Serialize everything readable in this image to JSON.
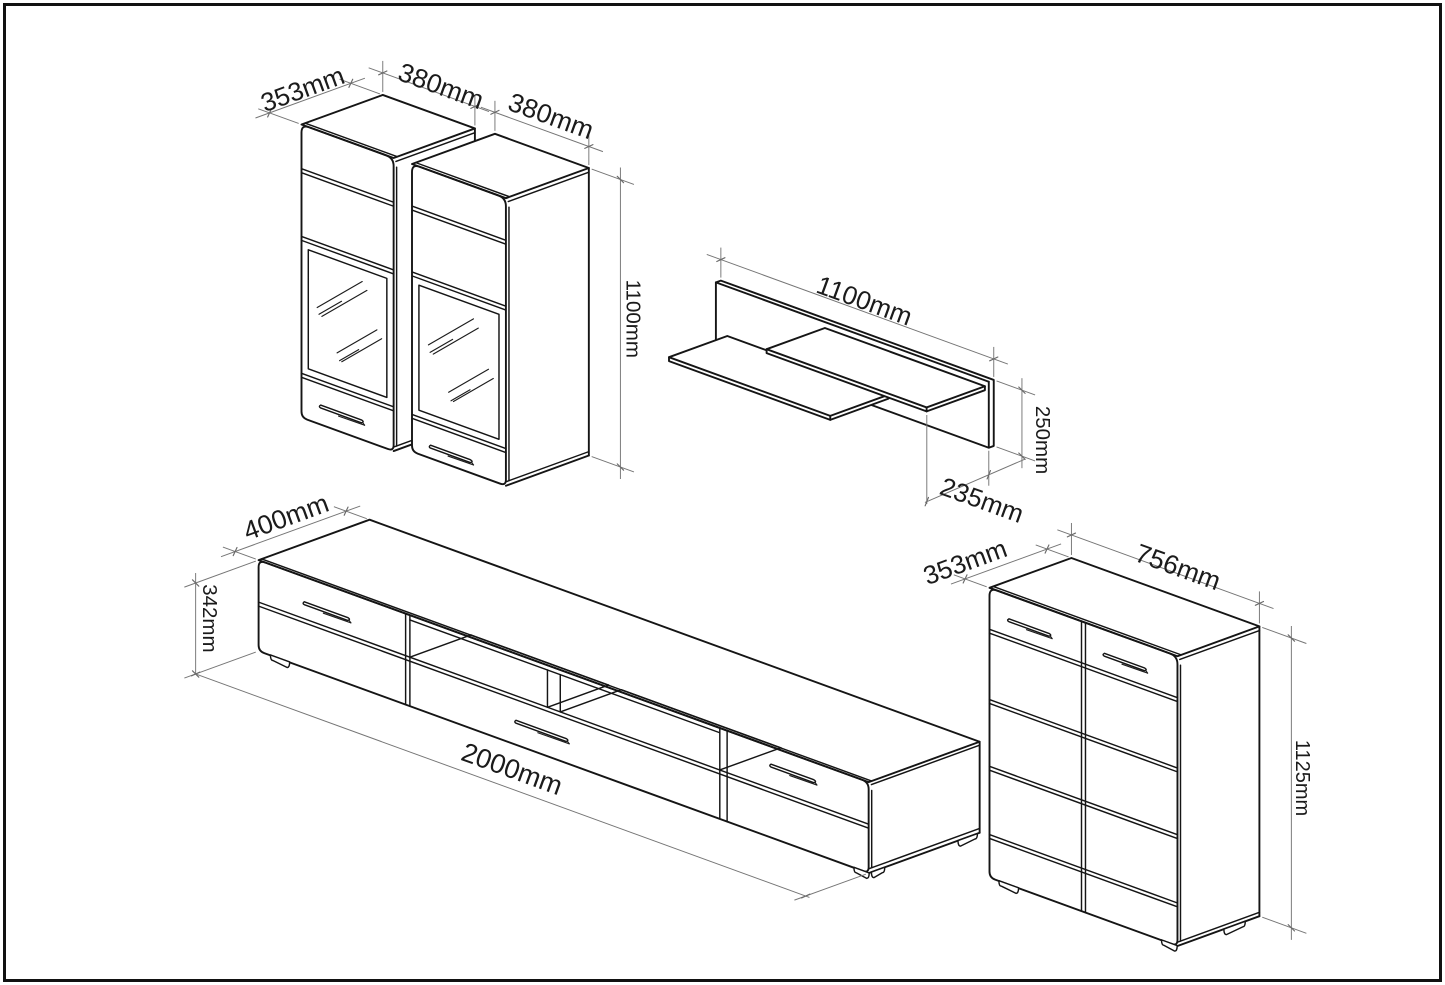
{
  "diagram": {
    "type": "furniture-dimension-drawing",
    "projection": "axonometric 20 degrees",
    "unit": "mm",
    "background_color": "#ffffff",
    "edge_color": "#151515",
    "dimension_line_color": "#7a7a7a",
    "text_color": "#1b1b1b",
    "pieces": [
      {
        "id": "wall-cabinet-left",
        "description": "wall display cabinet with glass door and drawer",
        "width_mm": 380,
        "depth_mm": 353,
        "height_mm": 1100
      },
      {
        "id": "wall-cabinet-right",
        "description": "wall display cabinet with glass door and drawer",
        "width_mm": 380,
        "depth_mm": 353,
        "height_mm": 1100
      },
      {
        "id": "wall-shelf",
        "description": "wall shelf with back panel and two staggered boards",
        "width_mm": 1100,
        "depth_mm": 235,
        "height_mm": 250
      },
      {
        "id": "tv-stand",
        "description": "low TV stand with drawers and open niche",
        "width_mm": 2000,
        "depth_mm": 400,
        "height_mm": 342
      },
      {
        "id": "chest",
        "description": "chest of drawers with two door columns",
        "width_mm": 756,
        "depth_mm": 353,
        "height_mm": 1125
      }
    ],
    "labels": {
      "cab_left_depth": "353mm",
      "cab_left_width": "380mm",
      "cab_right_width": "380mm",
      "cab_right_height": "1100mm",
      "shelf_width": "1100mm",
      "shelf_height": "250mm",
      "shelf_depth": "235mm",
      "tv_depth": "400mm",
      "tv_height": "342mm",
      "tv_width": "2000mm",
      "chest_depth": "353mm",
      "chest_width": "756mm",
      "chest_height": "1125mm"
    }
  }
}
